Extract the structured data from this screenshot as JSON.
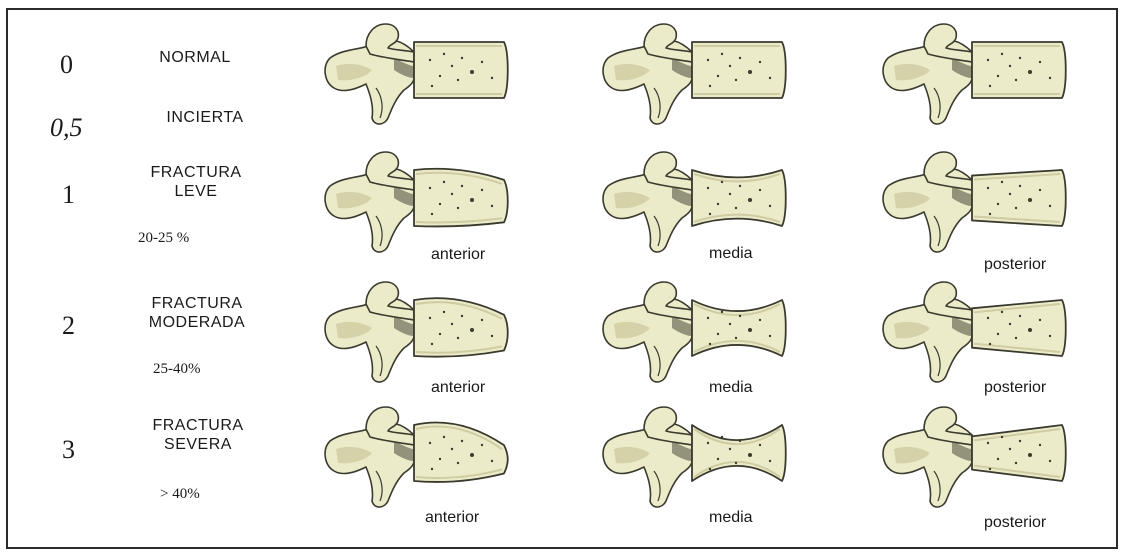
{
  "rows": [
    {
      "grade": "0",
      "label_lines": [
        "NORMAL"
      ],
      "percent": ""
    },
    {
      "grade": "0,5",
      "label_lines": [
        "INCIERTA"
      ],
      "percent": ""
    },
    {
      "grade": "1",
      "label_lines": [
        "FRACTURA",
        "LEVE"
      ],
      "percent": "20-25 %"
    },
    {
      "grade": "2",
      "label_lines": [
        "FRACTURA",
        "MODERADA"
      ],
      "percent": "25-40%"
    },
    {
      "grade": "3",
      "label_lines": [
        "FRACTURA",
        "SEVERA"
      ],
      "percent": "> 40%"
    }
  ],
  "positions": {
    "anterior": "anterior",
    "media": "media",
    "posterior": "posterior"
  },
  "colors": {
    "bone": "#ecebc9",
    "bone_shade": "#cfcca3",
    "outline": "#3a3a2e",
    "text": "#1a1a1a"
  },
  "vertebrae": [
    {
      "row": "normal",
      "type": "normal",
      "deformity": 0.0
    },
    {
      "row": "normal",
      "type": "normal",
      "deformity": 0.0
    },
    {
      "row": "normal",
      "type": "normal",
      "deformity": 0.0
    },
    {
      "row": "leve",
      "type": "anterior",
      "deformity": 0.22
    },
    {
      "row": "leve",
      "type": "media",
      "deformity": 0.22
    },
    {
      "row": "leve",
      "type": "posterior",
      "deformity": 0.22
    },
    {
      "row": "moderada",
      "type": "anterior",
      "deformity": 0.33
    },
    {
      "row": "moderada",
      "type": "media",
      "deformity": 0.33
    },
    {
      "row": "moderada",
      "type": "posterior",
      "deformity": 0.33
    },
    {
      "row": "severa",
      "type": "anterior",
      "deformity": 0.45
    },
    {
      "row": "severa",
      "type": "media",
      "deformity": 0.45
    },
    {
      "row": "severa",
      "type": "posterior",
      "deformity": 0.45
    }
  ]
}
